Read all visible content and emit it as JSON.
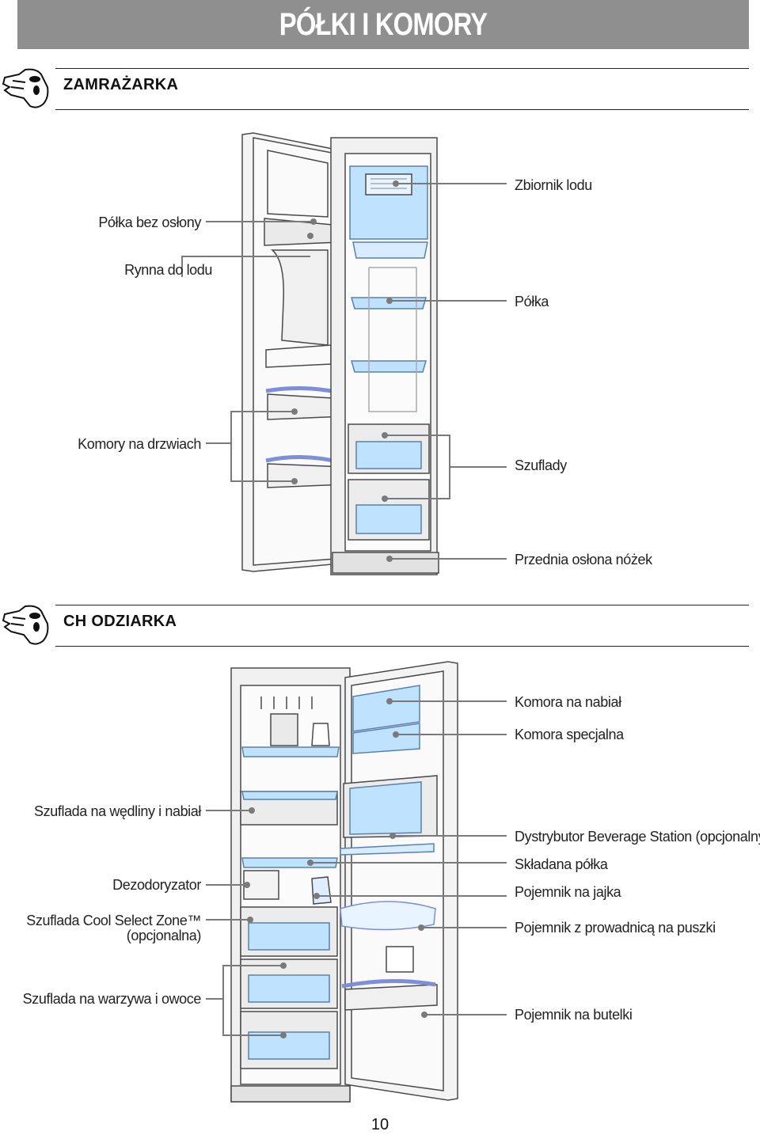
{
  "page_title": "PÓŁKI I KOMORY",
  "page_number": "10",
  "icons": {
    "section_mascot": "pointing-hand-mascot-icon"
  },
  "freezer": {
    "heading": "ZAMRAŻARKA",
    "labels": {
      "ice_tank": "Zbiornik lodu",
      "uncovered_shelf": "Półka bez osłony",
      "ice_chute": "Rynna do lodu",
      "shelf": "Półka",
      "door_bins": "Komory na drzwiach",
      "drawers": "Szuflady",
      "foot_cover": "Przednia osłona nóżek"
    }
  },
  "fridge": {
    "heading": "CH ODZIARKA",
    "labels": {
      "dairy_compartment": "Komora na nabiał",
      "special_compartment": "Komora specjalna",
      "meat_drawer": "Szuflada na wędliny i nabiał",
      "beverage_station": "Dystrybutor Beverage Station (opcjonalny)",
      "folding_shelf": "Składana półka",
      "deodorizer": "Dezodoryzator",
      "egg_container": "Pojemnik na jajka",
      "cool_select": "Szuflada Cool Select Zone™\n(opcjonalna)",
      "can_dispenser": "Pojemnik z prowadnicą na puszki",
      "vegetable_drawer": "Szuflada na warzywa i owoce",
      "bottle_bin": "Pojemnik na butelki"
    }
  },
  "colors": {
    "title_bar": "#8f8f8f",
    "glass": "#bfe3ff",
    "outline": "#4a4a4a",
    "leader": "#7a7a7a"
  }
}
